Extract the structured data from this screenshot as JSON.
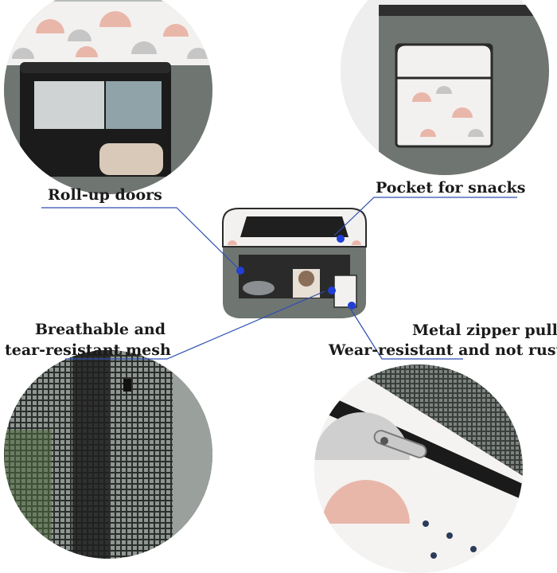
{
  "callouts": {
    "roll_up": "Roll-up doors",
    "pocket": "Pocket for snacks",
    "mesh_line1": "Breathable and",
    "mesh_line2": "tear-resistant mesh",
    "zipper_line1": "Metal zipper pull",
    "zipper_line2": "Wear-resistant and not rust"
  },
  "colors": {
    "fabric_gray": "#6f7571",
    "pattern_pink": "#e9b7aa",
    "pattern_gray": "#bdbdbd",
    "leader_blue": "#2d4fb3",
    "dot_blue": "#1f3fd6"
  }
}
